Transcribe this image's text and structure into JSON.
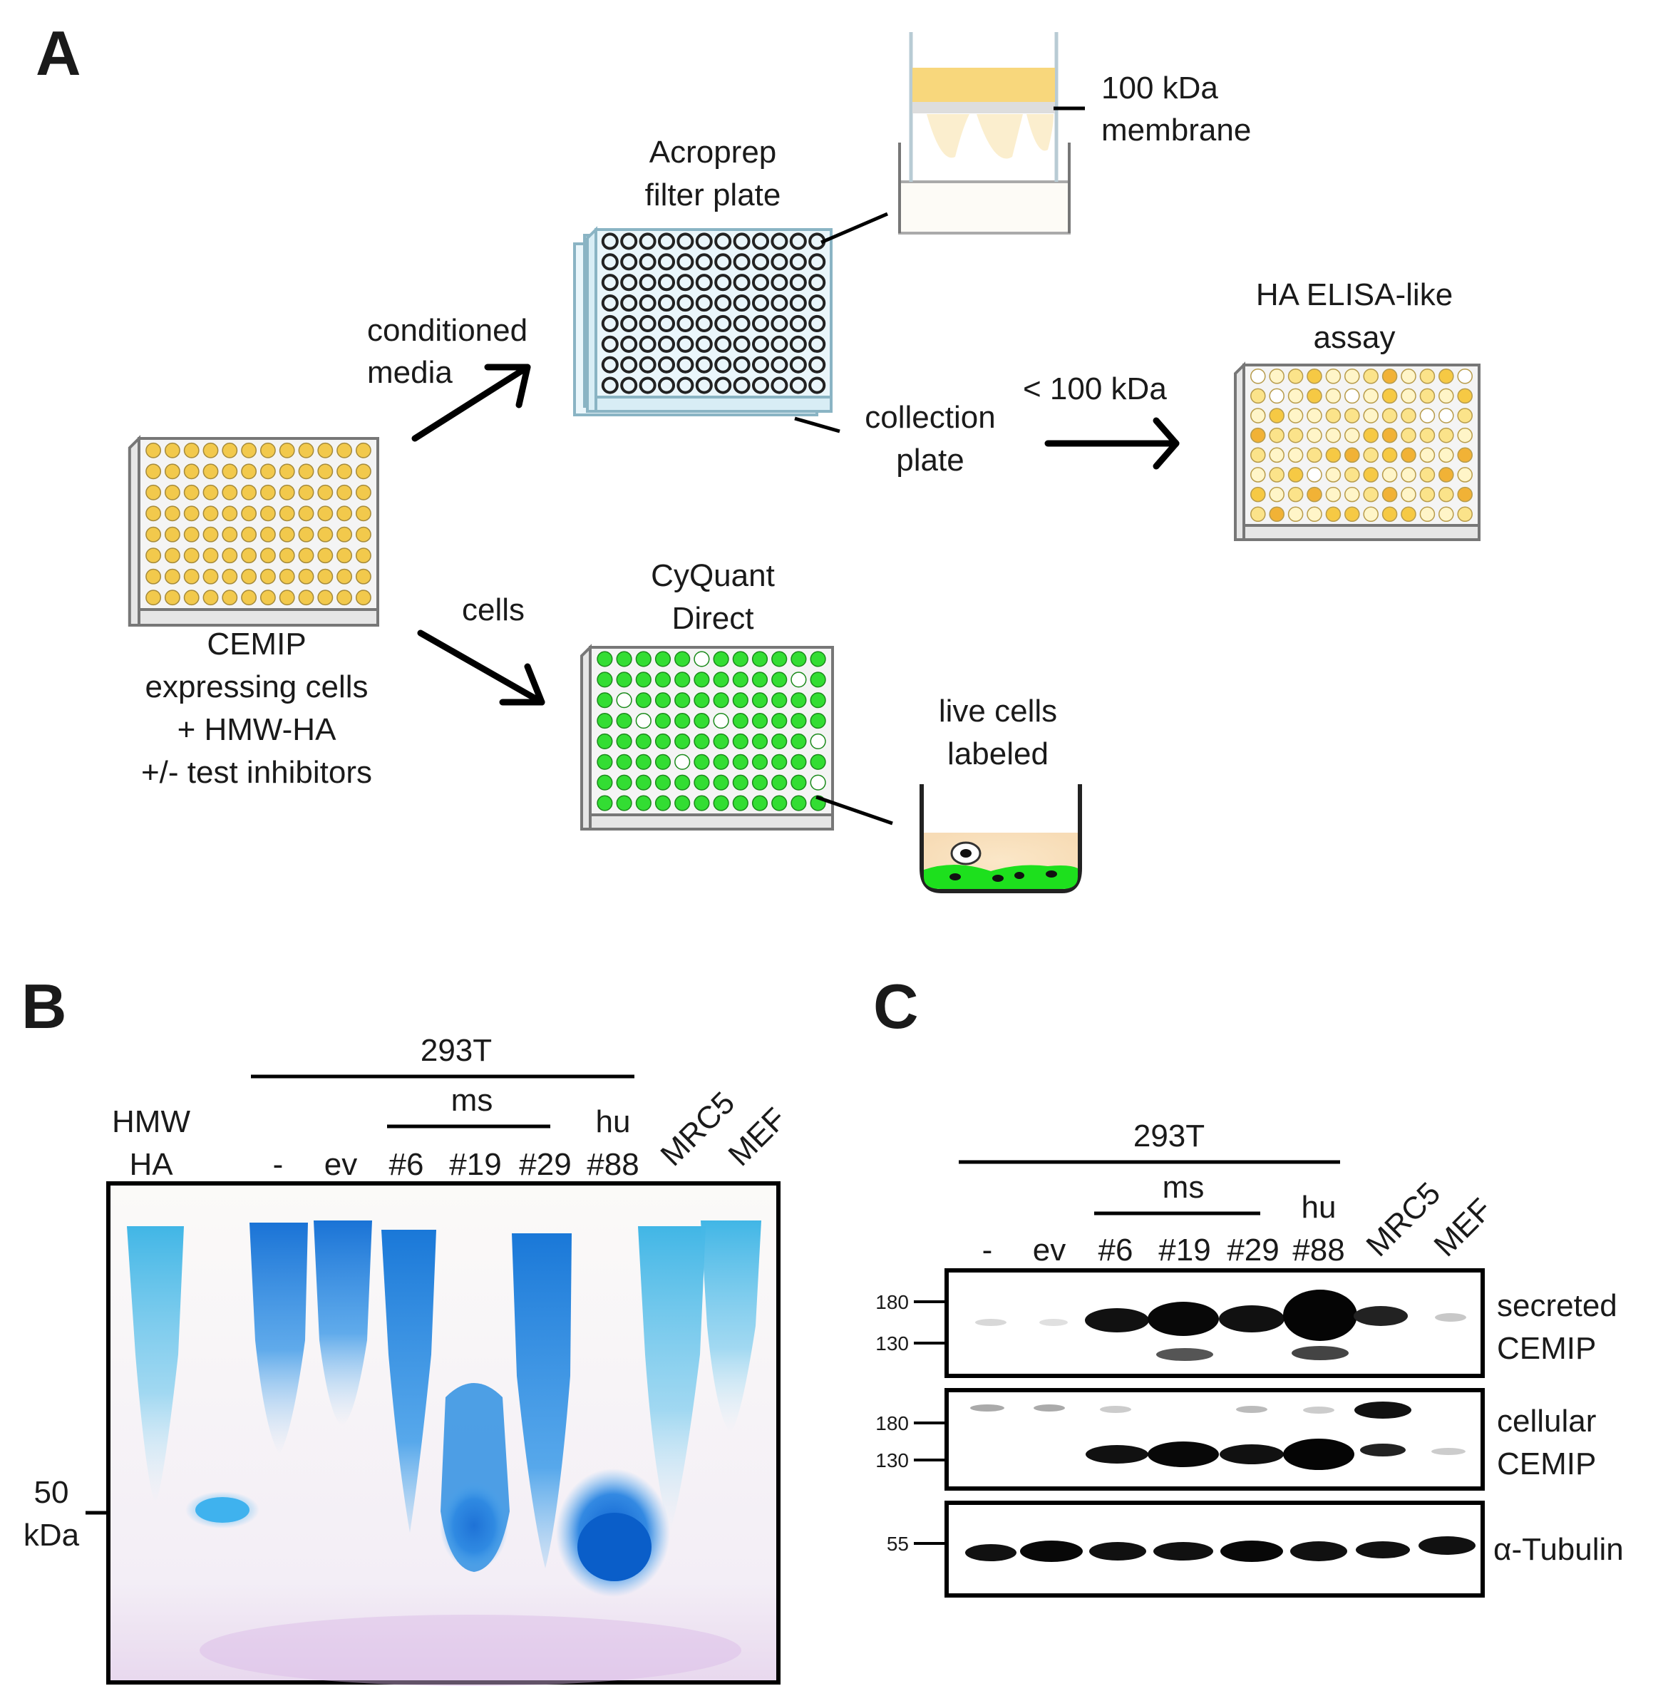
{
  "panels": {
    "a": "A",
    "b": "B",
    "c": "C"
  },
  "panel_a": {
    "source_label_1": "CEMIP",
    "source_label_2": "expressing cells",
    "source_label_3": "+ HMW-HA",
    "source_label_4": "+/- test inhibitors",
    "arrow_media_1": "conditioned",
    "arrow_media_2": "media",
    "arrow_cells": "cells",
    "filter_plate_1": "Acroprep",
    "filter_plate_2": "filter plate",
    "membrane_1": "100 kDa",
    "membrane_2": "membrane",
    "collection_1": "collection",
    "collection_2": "plate",
    "cutoff": "< 100 kDa",
    "assay_1": "HA ELISA-like",
    "assay_2": "assay",
    "cyquant_1": "CyQuant",
    "cyquant_2": "Direct",
    "live_1": "live cells",
    "live_2": "labeled"
  },
  "panel_b": {
    "group": "293T",
    "subgroup": "ms",
    "hmw_1": "HMW",
    "hmw_2": "HA",
    "lanes": [
      "-",
      "ev",
      "#6",
      "#19",
      "#29"
    ],
    "hu": "hu",
    "lane_88": "#88",
    "mrc5": "MRC5",
    "mef": "MEF",
    "marker_1": "50",
    "marker_2": "kDa"
  },
  "panel_c": {
    "group": "293T",
    "subgroup": "ms",
    "lanes": [
      "-",
      "ev",
      "#6",
      "#19",
      "#29"
    ],
    "hu": "hu",
    "lane_88": "#88",
    "mrc5": "MRC5",
    "mef": "MEF",
    "blot1_markers": [
      "180",
      "130"
    ],
    "blot2_markers": [
      "180",
      "130"
    ],
    "blot3_markers": [
      "55"
    ],
    "blot1_label_1": "secreted",
    "blot1_label_2": "CEMIP",
    "blot2_label_1": "cellular",
    "blot2_label_2": "CEMIP",
    "blot3_label": "α-Tubulin"
  },
  "colors": {
    "yellow_well": "#f2c94c",
    "green_well": "#33dd33",
    "gel_blue": "#1f86d9",
    "membrane_yellow": "#f8d77c"
  }
}
